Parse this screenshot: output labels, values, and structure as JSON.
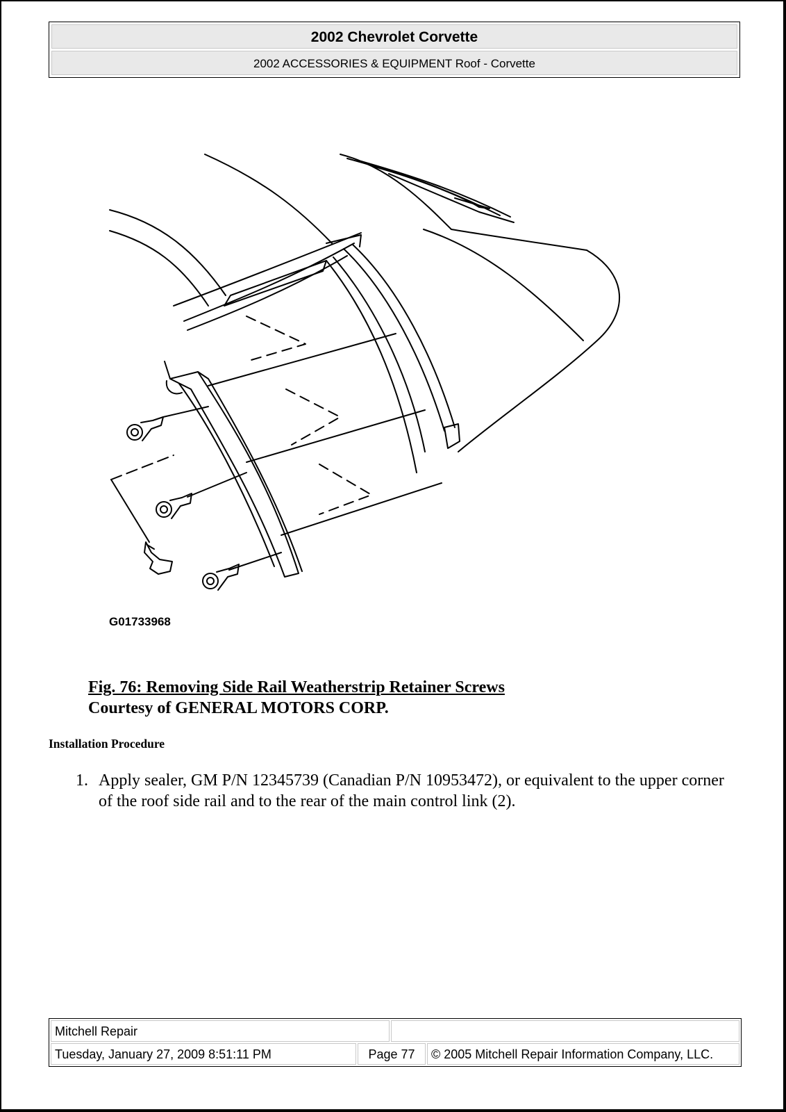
{
  "header": {
    "title": "2002 Chevrolet Corvette",
    "subtitle": "2002 ACCESSORIES & EQUIPMENT Roof - Corvette"
  },
  "figure": {
    "id_label": "G01733968",
    "caption_title": "Fig. 76: Removing Side Rail Weatherstrip Retainer Screws",
    "caption_credit": "Courtesy of GENERAL MOTORS CORP."
  },
  "section": {
    "heading": "Installation Procedure"
  },
  "steps": [
    {
      "number": "1.",
      "text": "Apply sealer, GM P/N 12345739 (Canadian P/N 10953472), or equivalent to the upper corner of the roof side rail and to the rear of the main control link (2)."
    }
  ],
  "footer": {
    "publisher": "Mitchell Repair",
    "date": "Tuesday, January 27, 2009 8:51:11 PM",
    "page": "Page 77",
    "copyright": "© 2005 Mitchell Repair Information Company, LLC."
  }
}
